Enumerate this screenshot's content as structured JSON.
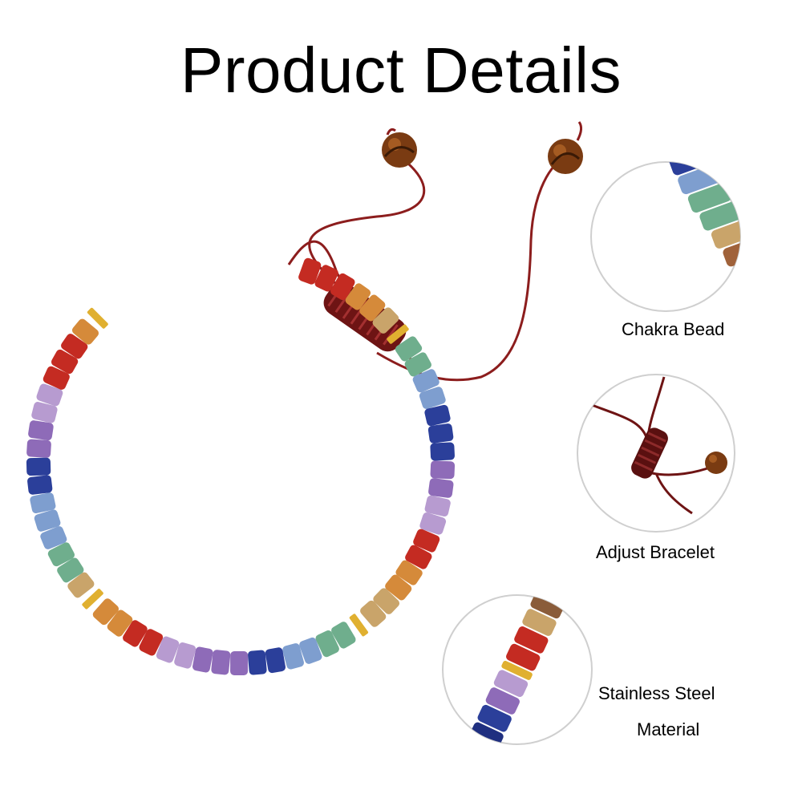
{
  "header": {
    "title": "Product Details"
  },
  "details": [
    {
      "label": "Chakra Bead"
    },
    {
      "label": "Adjust Bracelet"
    },
    {
      "label_line1": "Stainless Steel",
      "label_line2": "Material"
    }
  ],
  "colors": {
    "cord": "#8c1d1d",
    "knot": "#6e1414",
    "tiger_eye": "#7a3b12",
    "gold_spacer": "#e0b030",
    "chakra_order": [
      "#c42b22",
      "#d58a3a",
      "#c9a46a",
      "#6fae8d",
      "#7e9ecf",
      "#2b3f9a",
      "#8e6bb8"
    ]
  }
}
